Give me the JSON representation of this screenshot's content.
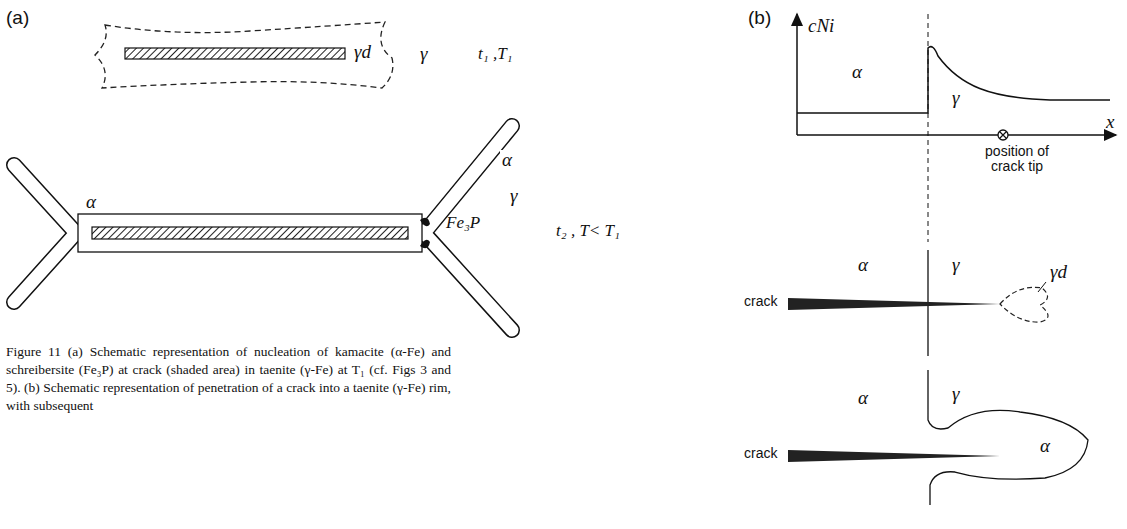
{
  "diagram": {
    "caption": "Figure 11 (a) Schematic representation of nucleation of kamacite (α-Fe) and schreibersite (Fe₃P) at crack (shaded area) in taenite (γ-Fe) at T₁ (cf. Figs 3 and 5). (b) Schematic representation of penetration of a crack into a taenite (γ-Fe) rim, with subsequent",
    "labels": [
      "(a)",
      "γd",
      "γ",
      "t₁ ,T₁",
      "α",
      "γ",
      "α",
      "Fe₃P",
      "t₂ , T< T₁",
      "(b)",
      "cNi",
      "α",
      "γ",
      "position of crack tip",
      "x",
      "α",
      "γ",
      "crack",
      "γd",
      "α",
      "γ",
      "crack",
      "α"
    ]
  }
}
